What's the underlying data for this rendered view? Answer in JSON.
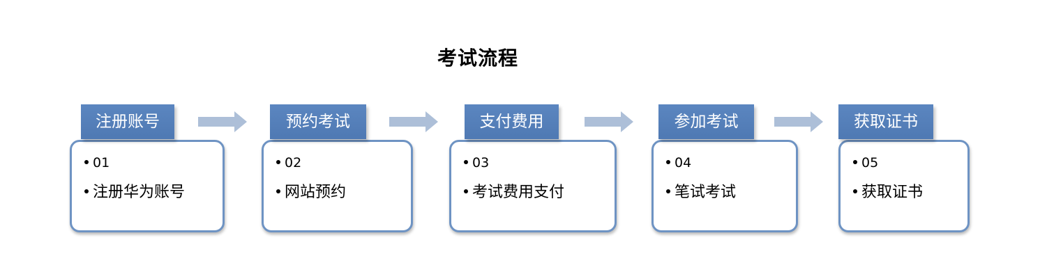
{
  "title": "考试流程",
  "steps": [
    {
      "label": "注册账号",
      "number": "01",
      "description": "注册华为账号"
    },
    {
      "label": "预约考试",
      "number": "02",
      "description": "网站预约"
    },
    {
      "label": "支付费用",
      "number": "03",
      "description": "考试费用支付"
    },
    {
      "label": "参加考试",
      "number": "04",
      "description": "笔试考试"
    },
    {
      "label": "获取证书",
      "number": "05",
      "description": "获取证书"
    }
  ],
  "colors": {
    "label_fill": "#5b86c0",
    "box_border": "#6e93c3",
    "arrow_fill": "#adbfd8"
  }
}
